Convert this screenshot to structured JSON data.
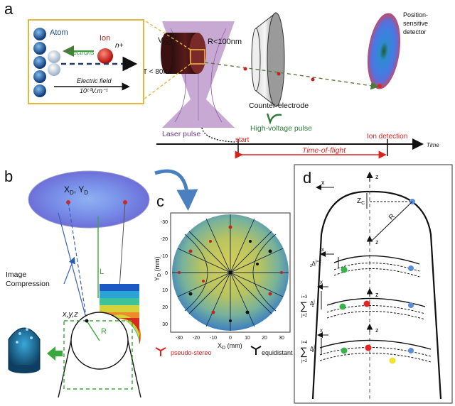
{
  "panel_a": {
    "label": "a",
    "inset": {
      "atom": "Atom",
      "ion": "Ion",
      "charge": "n+",
      "electrons": "electrons",
      "field_line1": "Electric field",
      "field_line2": "10¹⁰V.m⁻¹"
    },
    "vdc": "V",
    "vdc_sub": "DC",
    "radius": "R<100nm",
    "temperature": "T < 80K",
    "counter_electrode": "Counter-electrode",
    "high_voltage": "High-voltage pulse",
    "laser_pulse": "Laser pulse",
    "detector_line1": "Position-",
    "detector_line2": "sensitive",
    "detector_line3": "detector",
    "start": "start",
    "ion_detection": "Ion detection",
    "time_of_flight": "Time-of-flight",
    "time_axis": "Time"
  },
  "panel_b": {
    "label": "b",
    "xdyd": "X",
    "xdyd_sub": "D",
    "xdyd_mid": ", Y",
    "xdyd_sub2": "D",
    "image_line1": "Image",
    "image_line2": "Compression",
    "xyz": "x,y,z",
    "L": "L",
    "R": "R"
  },
  "panel_c": {
    "label": "c",
    "y_axis": "Y",
    "y_axis_sub": "D",
    "y_axis_unit": " (mm)",
    "x_axis": "X",
    "x_axis_sub": "D",
    "x_axis_unit": " (mm)",
    "y_ticks": [
      "-30",
      "-20",
      "-10",
      "0",
      "10",
      "20",
      "30"
    ],
    "x_ticks": [
      "-30",
      "-20",
      "-10",
      "0",
      "10",
      "20",
      "30"
    ],
    "legend_stereo": "pseudo-stereo",
    "legend_equi": "equidistant"
  },
  "panel_d": {
    "label": "d",
    "x": "x",
    "z": "z",
    "zc": "Z",
    "zc_sub": "C",
    "R": "R",
    "delta1": "Δ",
    "delta1_sup": "j=2",
    "delta1_sub": "z",
    "sum2_top": "i=3",
    "sum2_bot": "j=2",
    "sum3_top": "i=4",
    "sum3_bot": "j=2",
    "delta_j": "Δ",
    "delta_j_sup": "j",
    "delta_j_sub": "z"
  },
  "colors": {
    "inset_border": "#e3b73b",
    "laser": "#b58cc4",
    "detector_blue": "#2f7fd6",
    "timeline_red": "#d9231f",
    "voltage_green": "#2f7a3b",
    "dot_green": "#37b34a",
    "dot_red": "#e02525",
    "dot_blue": "#5a8ed8",
    "dot_yellow": "#f2e233"
  }
}
